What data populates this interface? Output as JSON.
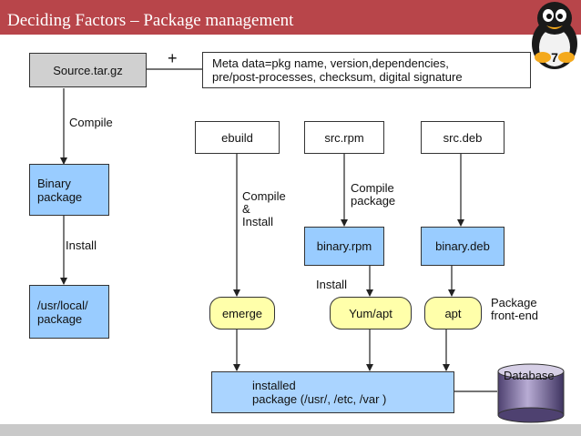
{
  "header": {
    "title": "Deciding Factors – Package management",
    "badge": "7"
  },
  "nodes": {
    "source": "Source.tar.gz",
    "plus": "+",
    "meta_line1": "Meta data=pkg name, version,dependencies,",
    "meta_line2": "pre/post-processes, checksum, digital signature",
    "binary_line1": "Binary",
    "binary_line2": "package",
    "usrlocal_line1": "/usr/local/",
    "usrlocal_line2": "package",
    "ebuild": "ebuild",
    "srcrpm": "src.rpm",
    "srcdeb": "src.deb",
    "binaryrpm": "binary.rpm",
    "binarydeb": "binary.deb",
    "emerge": "emerge",
    "yum": "Yum/apt",
    "apt": "apt",
    "installed_line1": "installed",
    "installed_line2": "package (/usr/, /etc, /var )",
    "database": "Database"
  },
  "labels": {
    "compile": "Compile",
    "install": "Install",
    "compile_install_1": "Compile",
    "compile_install_2": "&",
    "compile_install_3": "Install",
    "compile_package_1": "Compile",
    "compile_package_2": "package",
    "install_rpm": "Install",
    "frontend_1": "Package",
    "frontend_2": "front-end"
  },
  "colors": {
    "title_bar": "#b8454a",
    "binary_box": "#99ccff",
    "frontend_pill": "#ffffaa",
    "database": "#6b5b95"
  }
}
